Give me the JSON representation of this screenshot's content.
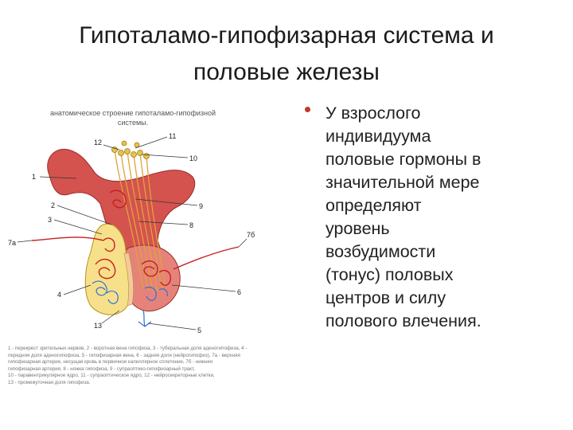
{
  "title": [
    "Гипоталамо-гипофизарная система и",
    "половые железы"
  ],
  "figure": {
    "caption": [
      "анатомическое строение гипоталамо-гипофизной",
      "системы."
    ],
    "labels": [
      "1",
      "2",
      "3",
      "4",
      "5",
      "6",
      "7а",
      "7б",
      "8",
      "9",
      "10",
      "11",
      "12",
      "13"
    ],
    "legend": [
      "1 - перекрест зрительных нервов, 2 - воротная вена гипофиза, 3 - туберальная доля аденогипофиза, 4 -",
      "передняя доля аденогипофиза, 5 - гипофизарная вена, 6 - задняя доля (нейрогипофиз), 7а - верхняя",
      "гипофизарная артерия, несущая кровь в первичное капиллярное сплетение, 7б - нижняя",
      "гипофизарная артерия, 8 - ножка гипофиза, 9 - супраоптико-гипофизарный тракт,",
      "10 - паравентрикулярное ядро, 11 - супраоптическое ядро, 12 - нейросекреторные клетки,",
      "13 - промежуточная доля гипофиза."
    ]
  },
  "bullet": [
    "У взрослого",
    "индивидуума",
    "половые гормоны в",
    "значительной мере",
    "определяют",
    "уровень",
    "возбудимости",
    "(тонус) половых",
    "центров и силу",
    "полового влечения."
  ],
  "colors": {
    "accent": "#c0392b",
    "tissue": "#d4534f",
    "gland_yellow": "#f7e08a",
    "vessel_blue": "#2e6fd6",
    "fibers": "#e0a23c"
  }
}
